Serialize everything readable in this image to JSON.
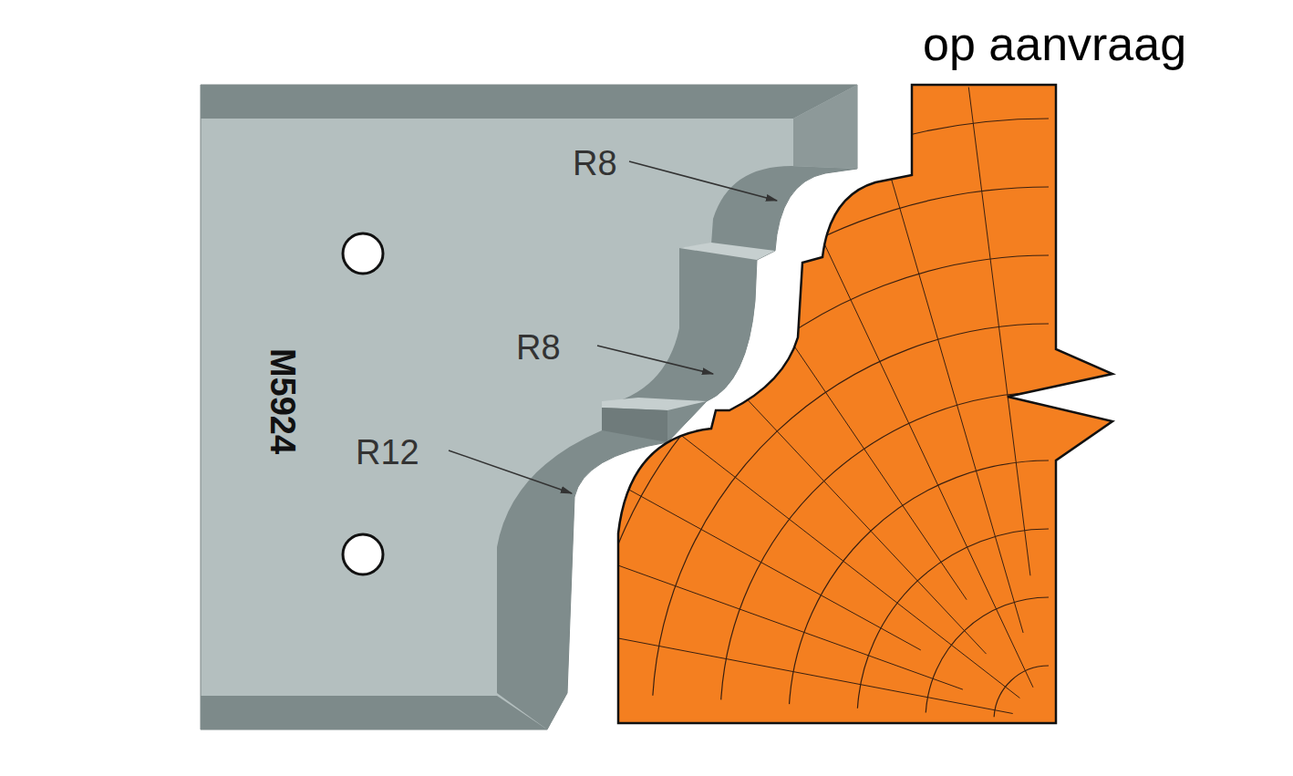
{
  "diagram": {
    "labels": [
      "op aanvraag",
      "M5924",
      "R8",
      "R8",
      "R12"
    ]
  }
}
